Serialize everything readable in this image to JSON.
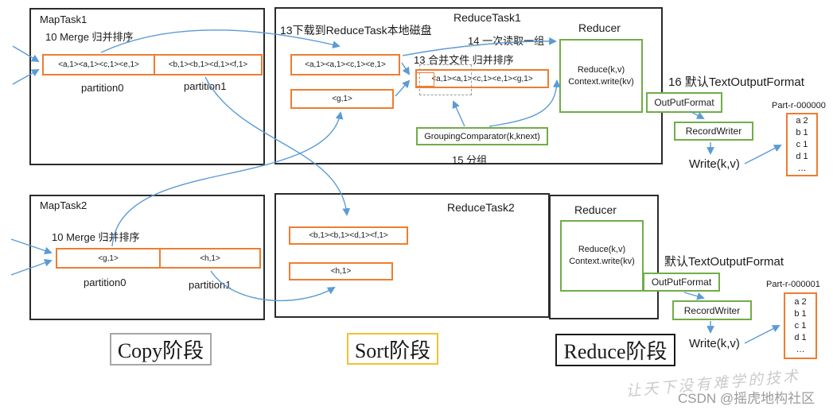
{
  "maptask1": {
    "title": "MapTask1",
    "merge_label": "10 Merge 归并排序",
    "cells": [
      "<a,1><a,1><c,1><e,1>",
      "<b,1><b,1><d,1><f,1>"
    ],
    "partitions": [
      "partition0",
      "partition1"
    ]
  },
  "maptask2": {
    "title": "MapTask2",
    "merge_label": "10 Merge 归并排序",
    "cells": [
      "<g,1>",
      "<h,1>"
    ],
    "partitions": [
      "partition0",
      "partition1"
    ]
  },
  "reducetask1": {
    "title": "ReduceTask1",
    "download_label": "13下载到ReduceTask本地磁盘",
    "read_group_label": "14 一次读取一组",
    "merge_label": "13 合并文件 归并排序",
    "box_a": "<a,1><a,1><c,1><e,1>",
    "box_g": "<g,1>",
    "merged_box": "<a,1><a,1><c,1><e,1><g,1>",
    "grouping_comparator": "GroupingComparator(k,knext)",
    "group_label": "15 分组"
  },
  "reducer1": {
    "title": "Reducer",
    "reduce_lines": [
      "Reduce(k,v)",
      "Context.write(kv)"
    ],
    "format_label": "16 默认TextOutputFormat",
    "outputformat": "OutPutFormat",
    "recordwriter": "RecordWriter",
    "write_label": "Write(k,v)",
    "file_name": "Part-r-000000",
    "file_lines": [
      "a 2",
      "b 1",
      "c 1",
      "d 1",
      "…"
    ]
  },
  "reducetask2": {
    "title": "ReduceTask2",
    "box_b": "<b,1><b,1><d,1><f,1>",
    "box_h": "<h,1>"
  },
  "reducer2": {
    "title": "Reducer",
    "reduce_lines": [
      "Reduce(k,v)",
      "Context.write(kv)"
    ],
    "format_label": "默认TextOutputFormat",
    "outputformat": "OutPutFormat",
    "recordwriter": "RecordWriter",
    "write_label": "Write(k,v)",
    "file_name": "Part-r-000001",
    "file_lines": [
      "a 2",
      "b 1",
      "c 1",
      "d 1",
      "…"
    ]
  },
  "stages": [
    {
      "label": "Copy阶段"
    },
    {
      "label": "Sort阶段"
    },
    {
      "label": "Reduce阶段"
    }
  ],
  "watermark": {
    "slogan": "让天下没有难学的技术",
    "csdn": "CSDN @摇虎地构社区"
  },
  "colors": {
    "orange_border": "#ED7D31",
    "green_border": "#70AD47",
    "arrow_blue": "#5B9BD5",
    "black_border": "#2B2B2B",
    "copy_stage_border": "#A6A6A6",
    "sort_stage_border": "#F1C232",
    "reduce_stage_border": "#1A1A1A"
  }
}
